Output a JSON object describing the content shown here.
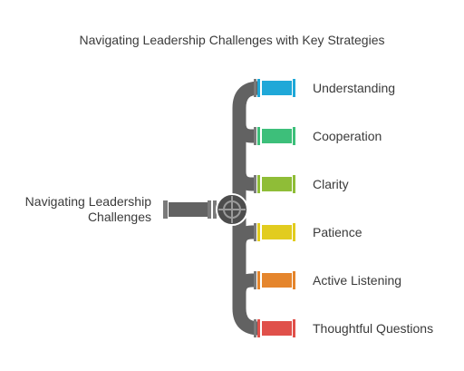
{
  "title": "Navigating Leadership Challenges with Key Strategies",
  "source": {
    "line1": "Navigating Leadership",
    "line2": "Challenges"
  },
  "strategies": [
    {
      "label": "Understanding",
      "color": "#1fa8d8"
    },
    {
      "label": "Cooperation",
      "color": "#3dbf7a"
    },
    {
      "label": "Clarity",
      "color": "#8fbd37"
    },
    {
      "label": "Patience",
      "color": "#e2cc1f"
    },
    {
      "label": "Active Listening",
      "color": "#e5852c"
    },
    {
      "label": "Thoughtful Questions",
      "color": "#e0504a"
    }
  ],
  "colors": {
    "pipe": "#626262",
    "pipe_dark": "#4d4d4d",
    "flange": "#7a7a7a",
    "text": "#3a3a3a"
  },
  "icons": {
    "hub": "valve-wheel-icon"
  }
}
